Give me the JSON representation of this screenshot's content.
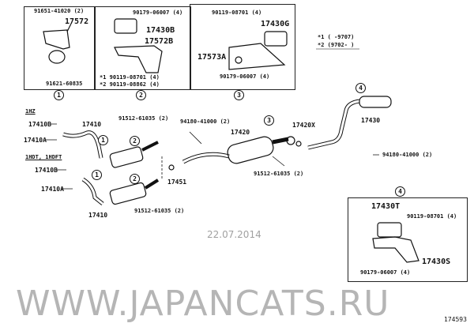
{
  "inset1": {
    "ref": "1",
    "parts": [
      "91651-41020 (2)",
      "17572",
      "91621-60835"
    ]
  },
  "inset2": {
    "ref": "2",
    "parts": [
      "90179-06007 (4)",
      "17430B",
      "17572B",
      "*1 90119-08701 (4)",
      "*2 90119-08862 (4)"
    ]
  },
  "inset3": {
    "ref": "3",
    "parts": [
      "90119-08701 (4)",
      "17430G",
      "17573A",
      "90179-06007 (4)"
    ]
  },
  "inset4": {
    "ref": "4",
    "parts": [
      "17430T",
      "90119-08701 (4)",
      "17430S",
      "90179-06007 (4)"
    ]
  },
  "legend": [
    "*1 (     -9707)",
    "*2 (9702-     )"
  ],
  "engines": [
    "1HZ",
    "1HDT, 1HDFT"
  ],
  "main_labels": {
    "a": "17410B",
    "b": "17410",
    "c": "91512-61035 (2)",
    "d": "94180-41000 (2)",
    "e": "17420",
    "f": "17420X",
    "g": "17430",
    "h": "17410A",
    "i": "94180-41000 (2)",
    "j": "17410B",
    "k": "17451",
    "l": "91512-61035 (2)",
    "m": "17410A",
    "n": "17410",
    "o": "91512-61035 (2)"
  },
  "callouts": [
    "1",
    "2",
    "1",
    "2",
    "3",
    "4"
  ],
  "watermark": "WWW.JAPANCATS.RU",
  "date": "22.07.2014",
  "diagram_number": "174593"
}
